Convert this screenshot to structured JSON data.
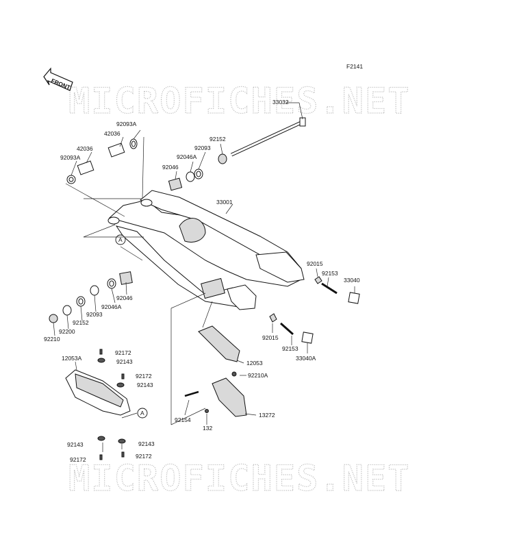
{
  "figure_code": "F2141",
  "front_marker": "FRONT",
  "ref_callout": "A",
  "watermark": "MICROFICHES.NET",
  "labels": {
    "l33032": "33032",
    "l92093A_top": "92093A",
    "l42036_top": "42036",
    "l42036": "42036",
    "l92093A_left": "92093A",
    "l92152_top": "92152",
    "l92093_top": "92093",
    "l92046A_top": "92046A",
    "l92046_top": "92046",
    "l33001": "33001",
    "l92015_right": "92015",
    "l92153_right": "92153",
    "l33040": "33040",
    "l92046_low": "92046",
    "l92046A_low": "92046A",
    "l92093_low": "92093",
    "l92152_low": "92152",
    "l92200": "92200",
    "l92210": "92210",
    "l92015_mid": "92015",
    "l92153_mid": "92153",
    "l33040A": "33040A",
    "l12053": "12053",
    "l12053A": "12053A",
    "l92172_a": "92172",
    "l92143_a": "92143",
    "l92172_b": "92172",
    "l92143_b": "92143",
    "l92143_c": "92143",
    "l92143_d": "92143",
    "l92172_c": "92172",
    "l92172_d": "92172",
    "l92210A": "92210A",
    "l13272": "13272",
    "l92154": "92154",
    "l132": "132"
  }
}
